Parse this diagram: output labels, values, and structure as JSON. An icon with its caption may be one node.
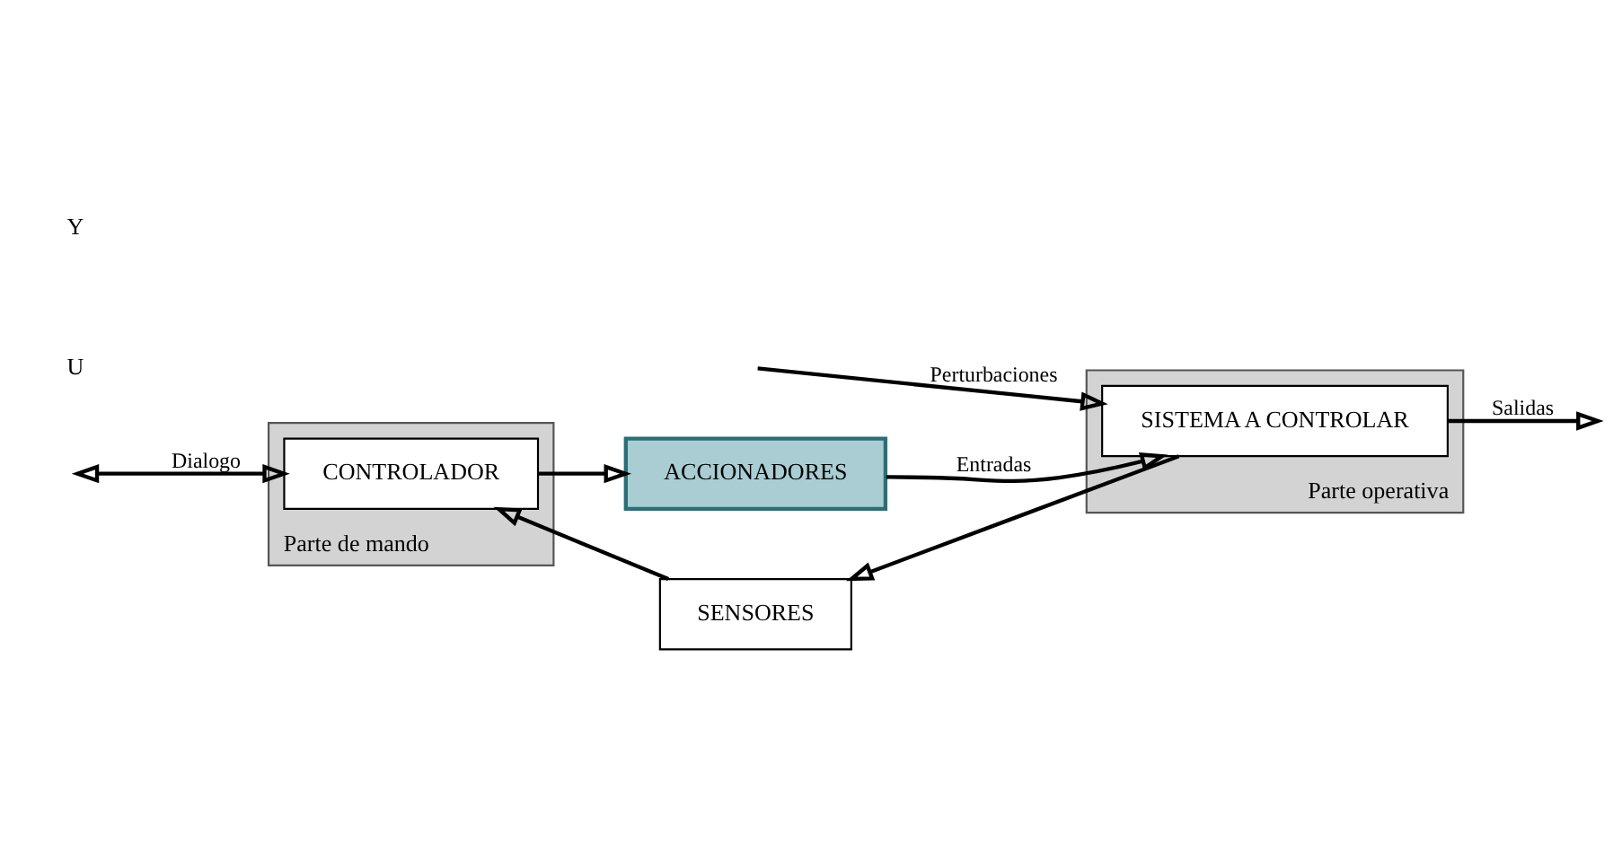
{
  "diagram": {
    "nodes": [
      {
        "text": [
          "Parte de mando"
        ]
      },
      {
        "text": [
          "Parte operativa"
        ]
      },
      {
        "text": [
          "CONTROLADOR"
        ],
        "in": 0
      },
      {
        "text": [
          "ACCIONADORES"
        ]
      },
      {
        "text": [
          "SISTEMA A CONTROLAR"
        ],
        "in": 1
      },
      {
        "text": [
          "SENSORES"
        ]
      }
    ],
    "edges": [
      {
        "from": null,
        "to": 2,
        "arrow": "both",
        "label": "Dialogo"
      },
      {
        "from": 2,
        "to": 3,
        "arrow": "to"
      },
      {
        "from": 3,
        "to": 4,
        "arrow": "to",
        "label": "Entradas"
      },
      {
        "from": null,
        "to": 4,
        "arrow": "to",
        "label": "Perturbaciones"
      },
      {
        "from": 4,
        "to": null,
        "arrow": "to",
        "label": "Salidas"
      },
      {
        "from": 4,
        "to": 5,
        "arrow": "to"
      },
      {
        "from": 5,
        "to": 2,
        "arrow": "to"
      }
    ],
    "labels": [
      "U",
      "Y"
    ]
  }
}
